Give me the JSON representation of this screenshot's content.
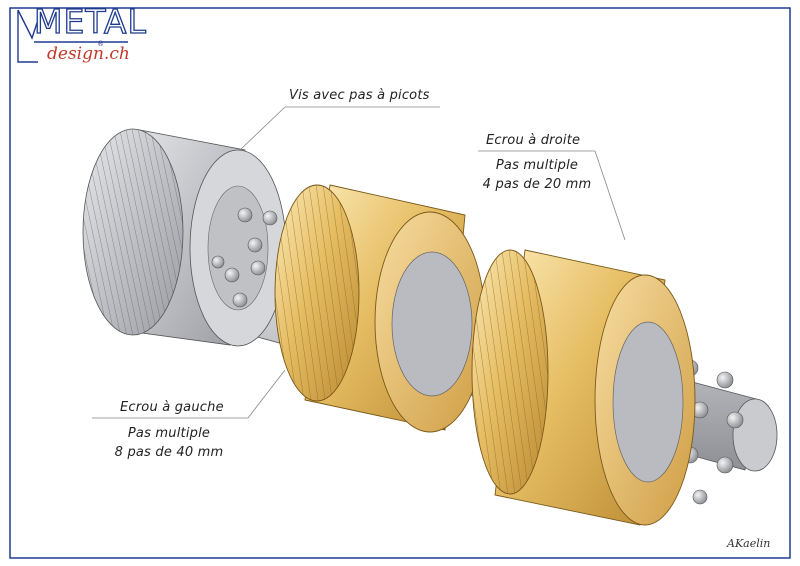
{
  "logo": {
    "metal": "METAL",
    "design": "design.ch",
    "reg": "®",
    "border_color": "#1f3b8f",
    "accent_color": "#c0392b"
  },
  "labels": {
    "screw": "Vis avec pas à picots",
    "right_nut_title": "Ecrou à droite",
    "right_nut_line1": "Pas multiple",
    "right_nut_line2": "4 pas de 20 mm",
    "left_nut_title": "Ecrou à gauche",
    "left_nut_line1": "Pas multiple",
    "left_nut_line2": "8 pas de 40 mm"
  },
  "signature": "AKaelin",
  "colors": {
    "nut_gold": "#d9a94a",
    "nut_light": "#f6dc96",
    "steel": "#b4b6bb",
    "steel_dark": "#7d8086"
  }
}
